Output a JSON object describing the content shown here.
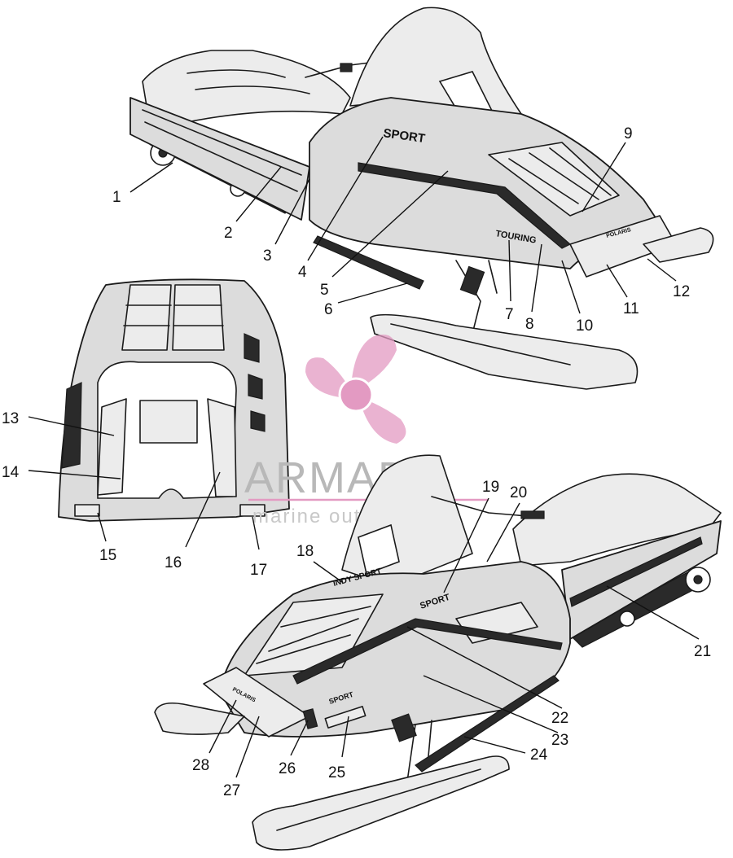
{
  "watermark": {
    "brand": "ARMADA",
    "tagline": "marine outboards",
    "logo_color": "#e39ac2",
    "text_color": "#b8b8b8"
  },
  "decals": {
    "sport_top": "SPORT",
    "touring": "TOURING",
    "sport_lower": "SPORT",
    "sport_nose": "SPORT",
    "brand_small": "POLARIS",
    "indy_sport": "INDY SPORT"
  },
  "callouts": [
    {
      "id": "1",
      "label": "1"
    },
    {
      "id": "2",
      "label": "2"
    },
    {
      "id": "3",
      "label": "3"
    },
    {
      "id": "4",
      "label": "4"
    },
    {
      "id": "5",
      "label": "5"
    },
    {
      "id": "6",
      "label": "6"
    },
    {
      "id": "7",
      "label": "7"
    },
    {
      "id": "8",
      "label": "8"
    },
    {
      "id": "9",
      "label": "9"
    },
    {
      "id": "10",
      "label": "10"
    },
    {
      "id": "11",
      "label": "11"
    },
    {
      "id": "12",
      "label": "12"
    },
    {
      "id": "13",
      "label": "13"
    },
    {
      "id": "14",
      "label": "14"
    },
    {
      "id": "15",
      "label": "15"
    },
    {
      "id": "16",
      "label": "16"
    },
    {
      "id": "17",
      "label": "17"
    },
    {
      "id": "18",
      "label": "18"
    },
    {
      "id": "19",
      "label": "19"
    },
    {
      "id": "20",
      "label": "20"
    },
    {
      "id": "21",
      "label": "21"
    },
    {
      "id": "22",
      "label": "22"
    },
    {
      "id": "23",
      "label": "23"
    },
    {
      "id": "24",
      "label": "24"
    },
    {
      "id": "25",
      "label": "25"
    },
    {
      "id": "26",
      "label": "26"
    },
    {
      "id": "27",
      "label": "27"
    },
    {
      "id": "28",
      "label": "28"
    }
  ]
}
